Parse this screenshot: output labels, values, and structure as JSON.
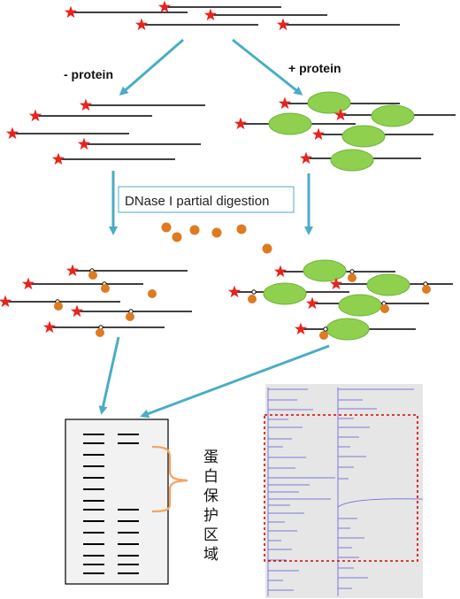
{
  "labels": {
    "minus_protein": "- protein",
    "plus_protein": "+ protein",
    "step": "DNase I partial digestion",
    "protected_region": [
      "蛋",
      "白",
      "保",
      "护",
      "区",
      "域"
    ]
  },
  "colors": {
    "dna": "#000000",
    "label_star": "#e8231e",
    "protein": "#8fd14f",
    "protein_stroke": "#6fb33a",
    "dnase": "#e07a1f",
    "arrow": "#4bacc6",
    "bracket": "#f4a460",
    "trace_bg": "#e6e6e6",
    "trace_line": "#7b7bd6",
    "highlight": "#dd0000"
  }
}
